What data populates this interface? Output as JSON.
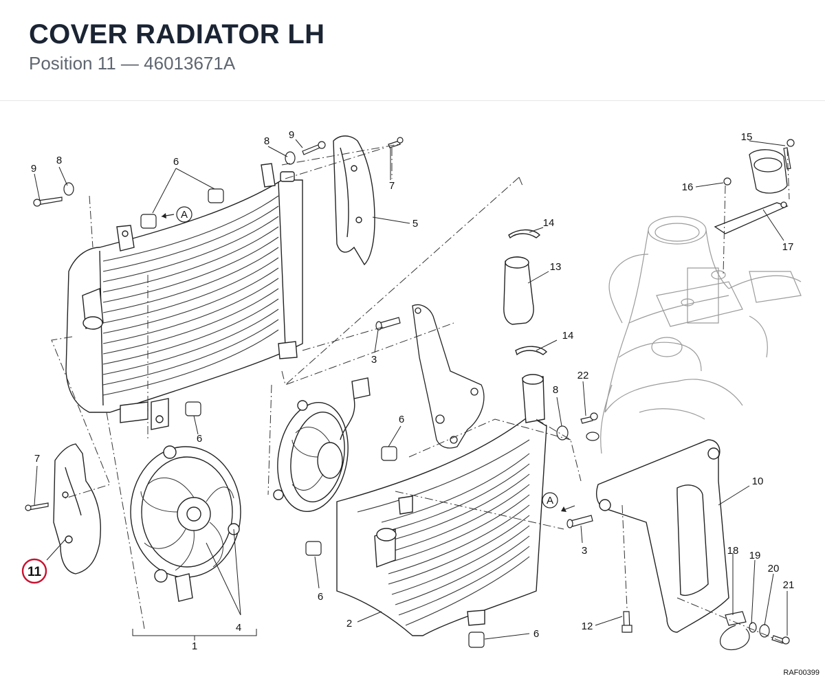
{
  "title": "COVER RADIATOR LH",
  "subtitle": "Position 11 — 46013671A",
  "highlight_color": "#c8102e",
  "drawing_code": "RAF00399",
  "callouts": [
    {
      "label": "1"
    },
    {
      "label": "2"
    },
    {
      "label": "3"
    },
    {
      "label": "3"
    },
    {
      "label": "4"
    },
    {
      "label": "5"
    },
    {
      "label": "6"
    },
    {
      "label": "6"
    },
    {
      "label": "6"
    },
    {
      "label": "6"
    },
    {
      "label": "6"
    },
    {
      "label": "6"
    },
    {
      "label": "7"
    },
    {
      "label": "7"
    },
    {
      "label": "8"
    },
    {
      "label": "8"
    },
    {
      "label": "8"
    },
    {
      "label": "9"
    },
    {
      "label": "9"
    },
    {
      "label": "10"
    },
    {
      "label": "12"
    },
    {
      "label": "13"
    },
    {
      "label": "14"
    },
    {
      "label": "14"
    },
    {
      "label": "15"
    },
    {
      "label": "16"
    },
    {
      "label": "17"
    },
    {
      "label": "18"
    },
    {
      "label": "19"
    },
    {
      "label": "20"
    },
    {
      "label": "21"
    },
    {
      "label": "22"
    }
  ],
  "highlighted_callout": {
    "label": "11"
  },
  "view_markers": [
    {
      "label": "A"
    },
    {
      "label": "A"
    }
  ]
}
